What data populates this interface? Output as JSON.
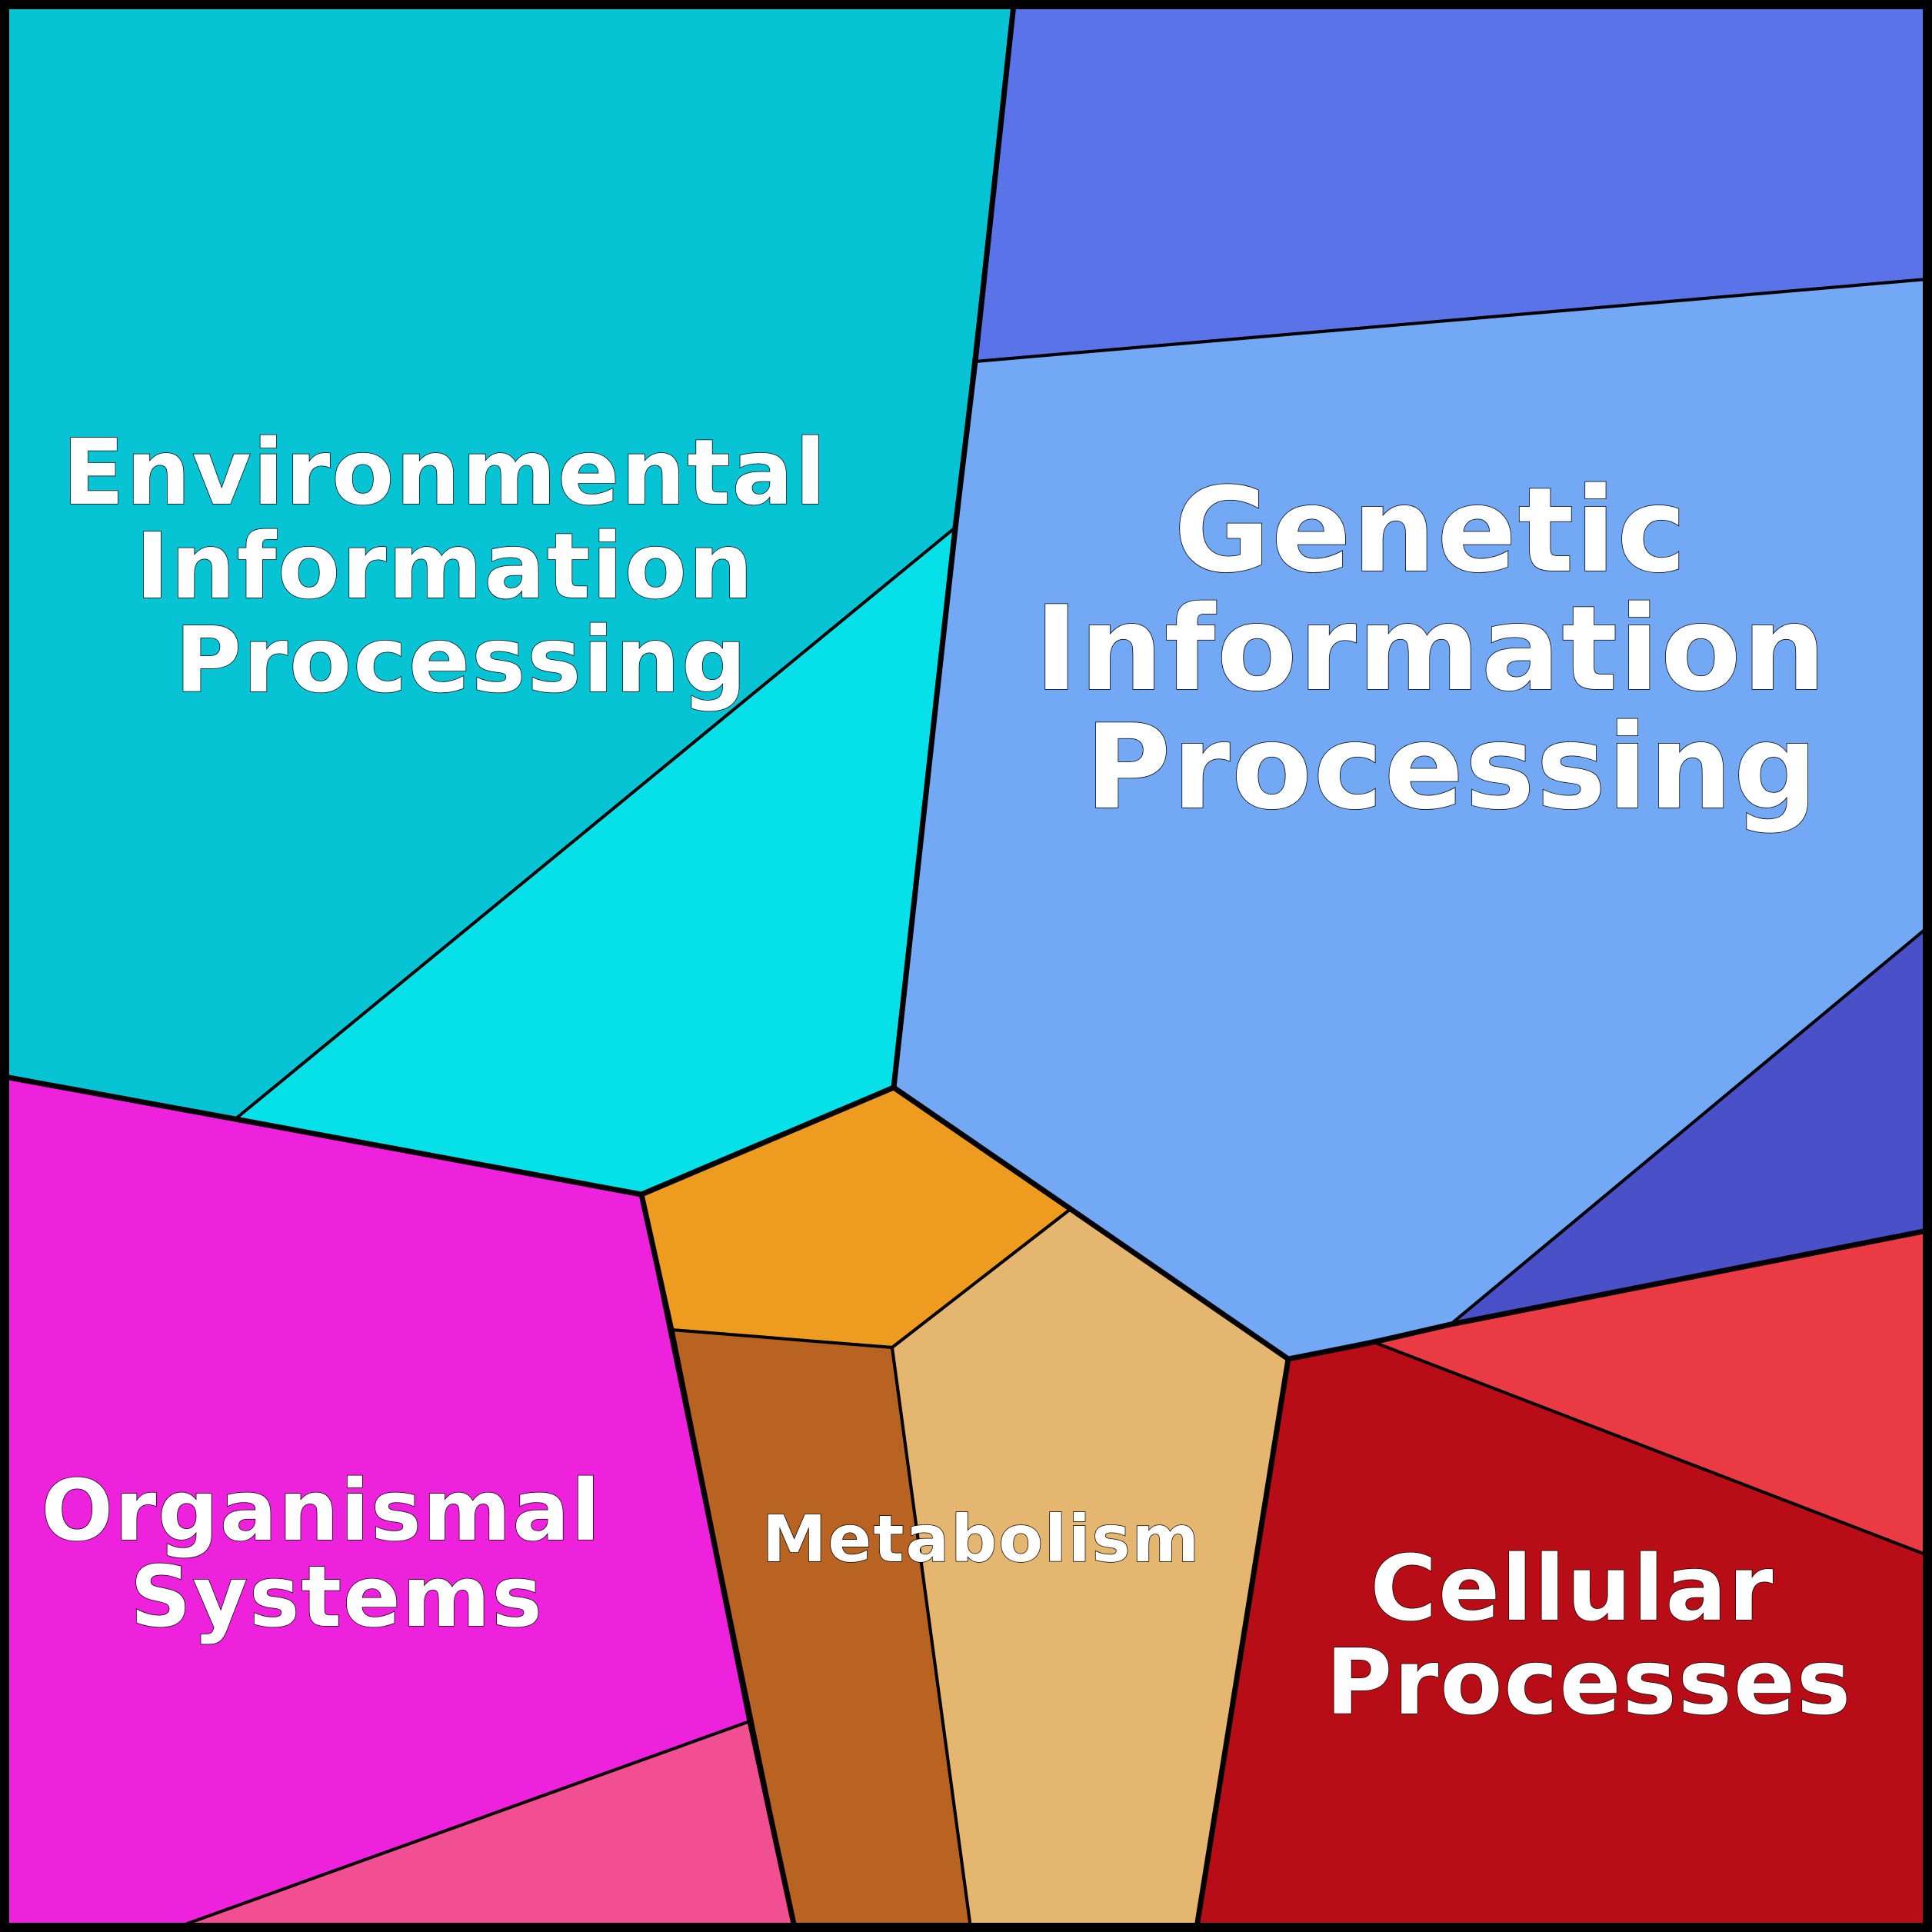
{
  "diagram": {
    "categories": [
      {
        "id": "environmental",
        "lines": [
          "Environmental",
          "Information",
          "Processing"
        ],
        "colors": [
          "#07C4D5",
          "#06E0E8"
        ]
      },
      {
        "id": "genetic",
        "lines": [
          "Genetic",
          "Information",
          "Processing"
        ],
        "colors": [
          "#5A73E8",
          "#72A8F4",
          "#4A50C8"
        ]
      },
      {
        "id": "organismal",
        "lines": [
          "Organismal",
          "Systems"
        ],
        "colors": [
          "#EE22DD",
          "#F24E92"
        ]
      },
      {
        "id": "metabolism",
        "lines": [
          "Metabolism"
        ],
        "colors": [
          "#EE9C1F",
          "#B86321",
          "#E5B670"
        ]
      },
      {
        "id": "cellular",
        "lines": [
          "Cellular",
          "Processes"
        ],
        "colors": [
          "#B80D16",
          "#EA3A44"
        ]
      }
    ]
  }
}
